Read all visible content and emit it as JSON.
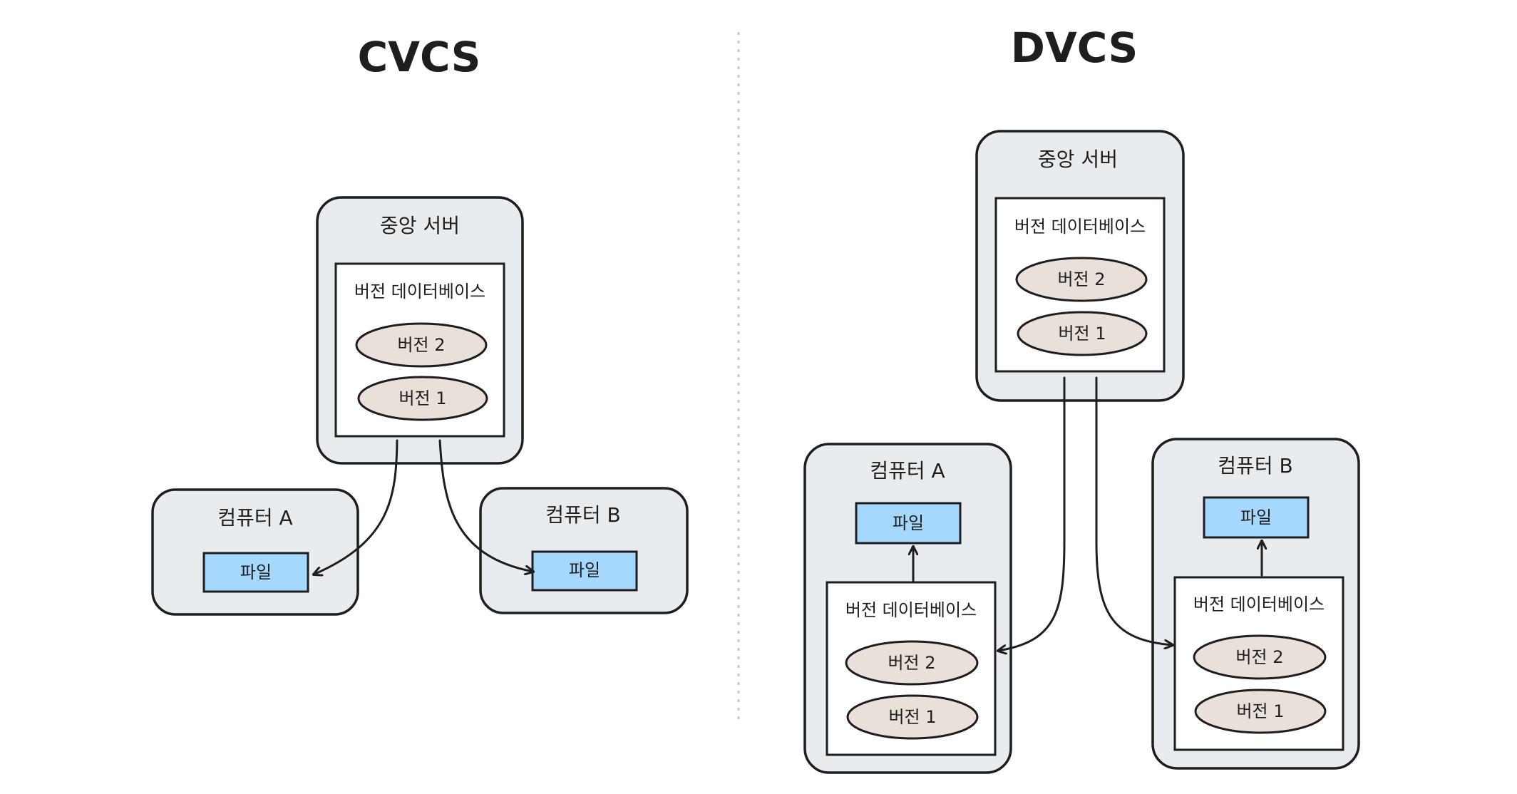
{
  "colors": {
    "server_fill": "#e9ecef",
    "db_fill": "#ffffff",
    "version_fill": "#eae0da",
    "file_fill": "#a5d8ff",
    "stroke": "#1e1e1e",
    "divider": "#c8c8c8"
  },
  "cvcs": {
    "title": "CVCS",
    "server": {
      "label": "중앙 서버",
      "db_label": "버전 데이터베이스",
      "versions": [
        "버전 2",
        "버전 1"
      ]
    },
    "computer_a": {
      "label": "컴퓨터 A",
      "file": "파일"
    },
    "computer_b": {
      "label": "컴퓨터 B",
      "file": "파일"
    }
  },
  "dvcs": {
    "title": "DVCS",
    "server": {
      "label": "중앙 서버",
      "db_label": "버전 데이터베이스",
      "versions": [
        "버전 2",
        "버전 1"
      ]
    },
    "computer_a": {
      "label": "컴퓨터 A",
      "file": "파일",
      "db_label": "버전 데이터베이스",
      "versions": [
        "버전 2",
        "버전 1"
      ]
    },
    "computer_b": {
      "label": "컴퓨터 B",
      "file": "파일",
      "db_label": "버전 데이터베이스",
      "versions": [
        "버전 2",
        "버전 1"
      ]
    }
  }
}
